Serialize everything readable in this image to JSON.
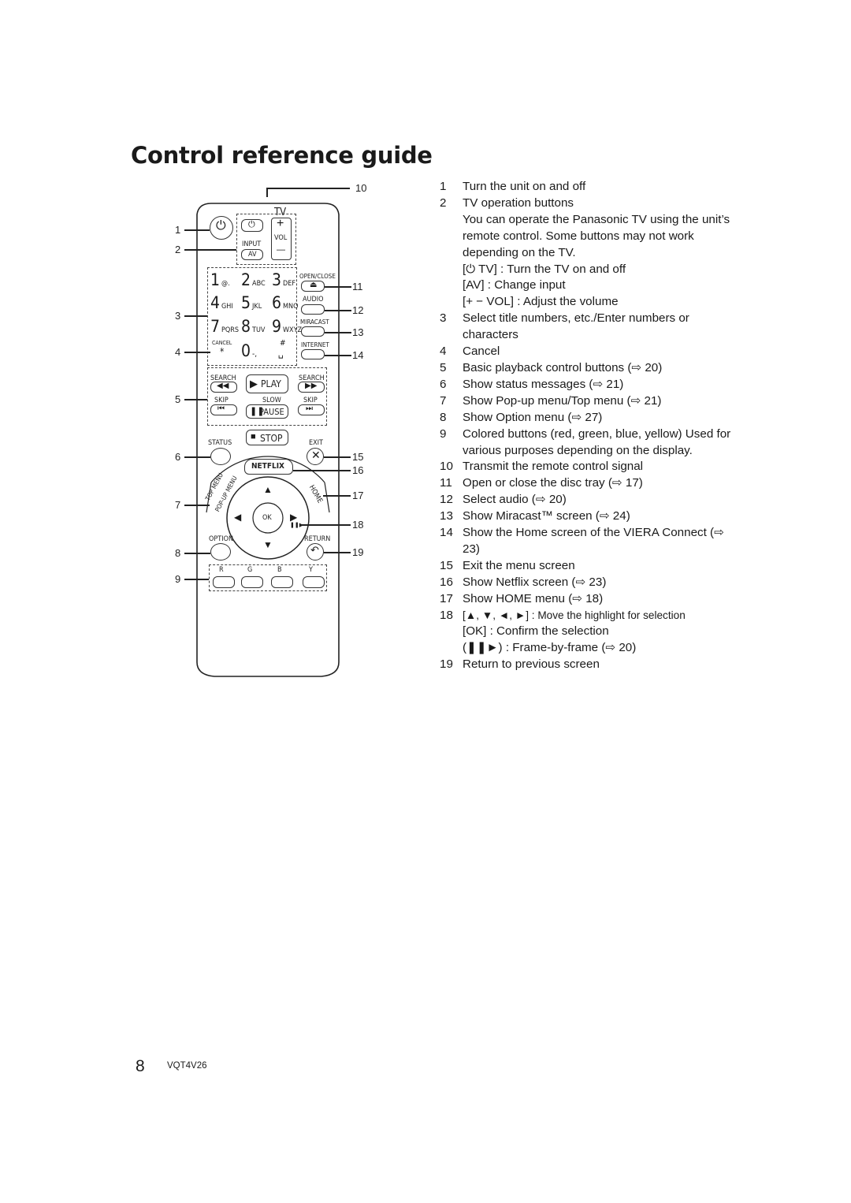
{
  "page": {
    "title": "Control reference guide",
    "number": "8",
    "code": "VQT4V26"
  },
  "remote": {
    "tv_label": "TV",
    "input_label": "INPUT",
    "av_label": "AV",
    "vol_label": "VOL",
    "plus": "+",
    "minus": "—",
    "keys": [
      {
        "digit": "1",
        "sub": "@."
      },
      {
        "digit": "2",
        "sub": "ABC"
      },
      {
        "digit": "3",
        "sub": "DEF"
      },
      {
        "digit": "4",
        "sub": "GHI"
      },
      {
        "digit": "5",
        "sub": "JKL"
      },
      {
        "digit": "6",
        "sub": "MNO"
      },
      {
        "digit": "7",
        "sub": "PQRS"
      },
      {
        "digit": "8",
        "sub": "TUV"
      },
      {
        "digit": "9",
        "sub": "WXYZ"
      }
    ],
    "zero": "0",
    "zero_sub": "-,",
    "cancel_label": "CANCEL",
    "cancel_sym": "*",
    "hash_sym": "#",
    "open_close": "OPEN/CLOSE",
    "audio": "AUDIO",
    "miracast": "MIRACAST",
    "internet": "INTERNET",
    "search": "SEARCH",
    "play": "PLAY",
    "skip": "SKIP",
    "slow": "SLOW",
    "pause": "PAUSE",
    "stop": "STOP",
    "status": "STATUS",
    "exit": "EXIT",
    "netflix": "NETFLIX",
    "top_menu": "TOP MENU",
    "popup_menu": "POP-UP MENU",
    "home": "HOME",
    "ok": "OK",
    "option": "OPTION",
    "return": "RETURN",
    "colors": [
      "R",
      "G",
      "B",
      "Y"
    ],
    "callouts_left": [
      "1",
      "2",
      "3",
      "4",
      "5",
      "6",
      "7",
      "8",
      "9"
    ],
    "callouts_right": [
      "10",
      "11",
      "12",
      "13",
      "14",
      "15",
      "16",
      "17",
      "18",
      "19"
    ]
  },
  "items": [
    {
      "n": "1",
      "lines": [
        "Turn the unit on and off"
      ]
    },
    {
      "n": "2",
      "lines": [
        "TV operation buttons",
        "You can operate the Panasonic TV using the unit’s remote control. Some buttons may not work depending on the TV.",
        "[⏻ TV] : Turn the TV on and off",
        "[AV] : Change input",
        "[+ − VOL] : Adjust the volume"
      ]
    },
    {
      "n": "3",
      "lines": [
        "Select title numbers, etc./Enter numbers or characters"
      ]
    },
    {
      "n": "4",
      "lines": [
        "Cancel"
      ]
    },
    {
      "n": "5",
      "lines": [
        "Basic playback control buttons (⇨ 20)"
      ]
    },
    {
      "n": "6",
      "lines": [
        "Show status messages (⇨ 21)"
      ]
    },
    {
      "n": "7",
      "lines": [
        "Show Pop-up menu/Top menu (⇨ 21)"
      ]
    },
    {
      "n": "8",
      "lines": [
        "Show Option menu (⇨ 27)"
      ]
    },
    {
      "n": "9",
      "lines": [
        "Colored buttons (red, green, blue, yellow) Used for various purposes depending on the display."
      ]
    },
    {
      "n": "10",
      "lines": [
        "Transmit the remote control signal"
      ]
    },
    {
      "n": "11",
      "lines": [
        "Open or close the disc tray (⇨ 17)"
      ]
    },
    {
      "n": "12",
      "lines": [
        "Select audio (⇨ 20)"
      ]
    },
    {
      "n": "13",
      "lines": [
        "Show Miracast™ screen (⇨ 24)"
      ]
    },
    {
      "n": "14",
      "lines": [
        "Show the Home screen of the VIERA Connect (⇨ 23)"
      ]
    },
    {
      "n": "15",
      "lines": [
        "Exit the menu screen"
      ]
    },
    {
      "n": "16",
      "lines": [
        "Show Netflix screen (⇨ 23)"
      ]
    },
    {
      "n": "17",
      "lines": [
        "Show HOME menu (⇨ 18)"
      ]
    },
    {
      "n": "18",
      "lines": [
        "[▲, ▼, ◄, ►] : Move the highlight for selection",
        "[OK] : Confirm the selection",
        "(❚❚►) : Frame-by-frame (⇨ 20)"
      ]
    },
    {
      "n": "19",
      "lines": [
        "Return to previous screen"
      ]
    }
  ]
}
